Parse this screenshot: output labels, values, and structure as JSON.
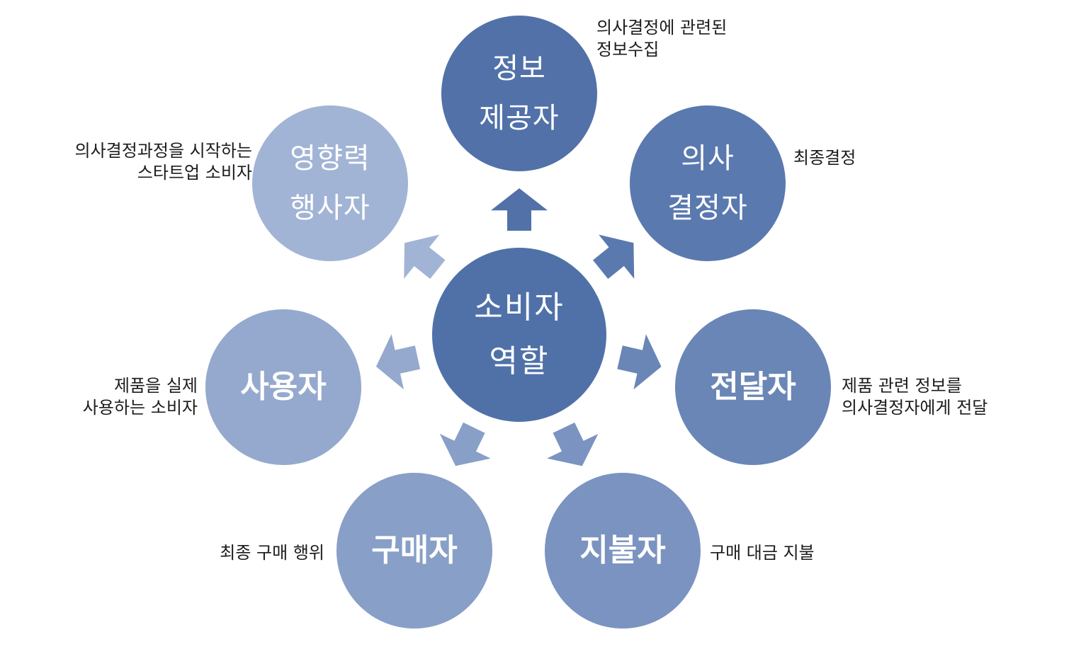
{
  "center": {
    "lines": [
      "소비자",
      "역할"
    ],
    "color": "#5071a8"
  },
  "roles": [
    {
      "id": "information-provider",
      "lines": [
        "정보",
        "제공자"
      ],
      "color": "#5171a8",
      "description": [
        "의사결정에 관련된",
        "정보수집"
      ]
    },
    {
      "id": "decision-maker",
      "lines": [
        "의사",
        "결정자"
      ],
      "color": "#5a79af",
      "description": [
        "최종결정"
      ]
    },
    {
      "id": "transmitter",
      "lines": [
        "전달자"
      ],
      "color": "#6a86b6",
      "description": [
        "제품 관련 정보를",
        "의사결정자에게 전달"
      ]
    },
    {
      "id": "payer",
      "lines": [
        "지불자"
      ],
      "color": "#7b93c0",
      "description": [
        "구매 대금 지불"
      ]
    },
    {
      "id": "buyer",
      "lines": [
        "구매자"
      ],
      "color": "#889fc7",
      "description": [
        "최종 구매 행위"
      ]
    },
    {
      "id": "user",
      "lines": [
        "사용자"
      ],
      "color": "#94a9cd",
      "description": [
        "제품을 실제",
        "사용하는 소비자"
      ]
    },
    {
      "id": "influencer",
      "lines": [
        "영향력",
        "행사자"
      ],
      "color": "#a2b4d5",
      "description": [
        "의사결정과정을 시작하는",
        "스타트업 소비자"
      ]
    }
  ]
}
